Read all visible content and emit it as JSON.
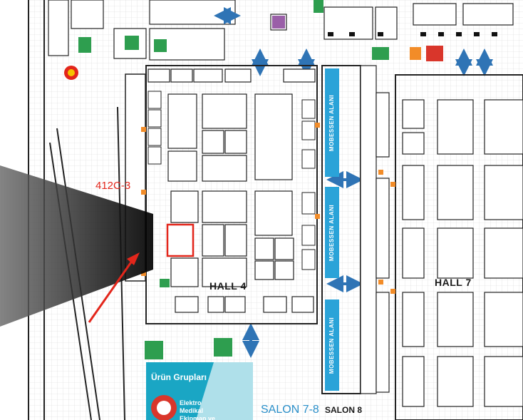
{
  "map": {
    "highlighted_booth": "412C-3",
    "halls": [
      "HALL 4",
      "HALL 7"
    ],
    "salons": [
      "SALON 7-8",
      "SALON 8"
    ],
    "corridor_label": "MOBESSEN ALANI",
    "product_panel": {
      "title": "Ürün Grupları",
      "item": "Elektro Medikal Ekipman ve Laboratuvar"
    },
    "colors": {
      "highlight": "#e3261b",
      "corridor": "#2aa3d8",
      "exit": "#2e9e4f",
      "arrow": "#2f74b5",
      "booth_marker": "#f28c28"
    }
  }
}
